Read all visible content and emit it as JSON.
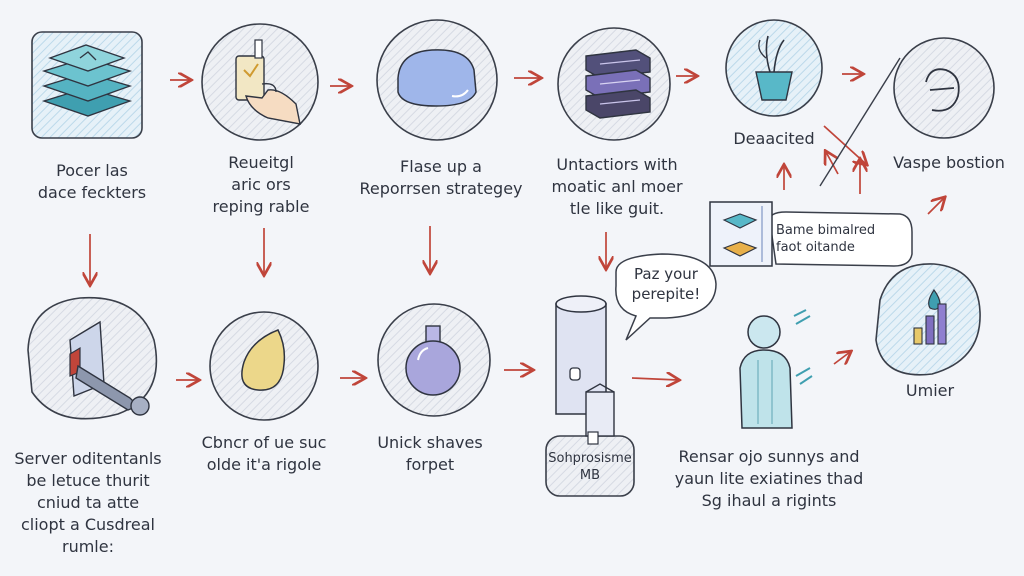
{
  "colors": {
    "background": "#f3f5f9",
    "ink": "#2f3440",
    "arrow": "#c0453a",
    "pencil_blue": "#6f8fd0",
    "pencil_teal": "#3f9fb0",
    "pencil_yellow": "#e8d27a",
    "pencil_purple": "#7f6fc0",
    "bubble_fill": "#eaf4fa"
  },
  "nodes": [
    {
      "id": "stacked-layers",
      "icon": "stacked-layers-icon",
      "lines": [
        "Pocer las",
        "dace feckters"
      ]
    },
    {
      "id": "hand-phone",
      "icon": "hand-holding-phone-icon",
      "lines": [
        "Reueitgl",
        "aric ors",
        "reping rable"
      ]
    },
    {
      "id": "soft-block",
      "icon": "soft-block-icon",
      "lines": [
        "Flase up a",
        "Reporrsen strategey"
      ]
    },
    {
      "id": "server-stack",
      "icon": "server-stack-icon",
      "lines": [
        "Untactiors with",
        "moatic anl moer",
        "tle like guit."
      ]
    },
    {
      "id": "plant-pot",
      "icon": "plant-pot-icon",
      "lines": [
        "Deaacited"
      ]
    },
    {
      "id": "spiral-circle",
      "icon": "spiral-icon",
      "lines": [
        "Vaspe bostion"
      ]
    },
    {
      "id": "server-panel",
      "icon": "server-panel-icon",
      "lines": [
        "Server oditentanls",
        "be letuce thurit",
        "cniud ta atte",
        "cliopt a Cusdreal",
        "rumle:"
      ]
    },
    {
      "id": "drop-flame",
      "icon": "yellow-drop-icon",
      "lines": [
        "Cbncr of ue suc",
        "olde it'a rigole"
      ]
    },
    {
      "id": "round-flask",
      "icon": "round-flask-icon",
      "lines": [
        "Unick shaves",
        "forpet"
      ]
    },
    {
      "id": "cylinder-db",
      "icon": "cylinder-database-icon",
      "lines": [
        "Sohprosisme",
        "MB"
      ]
    },
    {
      "id": "person",
      "icon": "person-icon",
      "lines": [
        "Rensar ojo sunnys and",
        "yaun lite exiatines thad",
        "Sg ihaul a rigints"
      ]
    },
    {
      "id": "drop-chart",
      "icon": "drop-chart-icon",
      "lines": [
        "Umier"
      ]
    }
  ],
  "speech_bubble": {
    "lines": [
      "Paz your",
      "perepite!"
    ]
  },
  "info_card": {
    "lines": [
      "Bame bimalred",
      "faot oitande"
    ]
  }
}
